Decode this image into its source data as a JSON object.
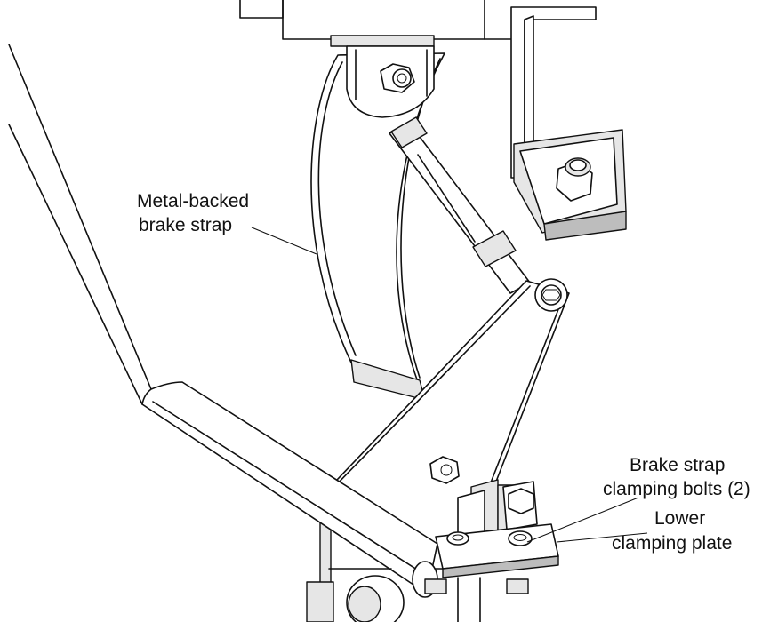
{
  "callouts": {
    "strap": {
      "line1": "Metal-backed",
      "line2": "brake strap"
    },
    "bolts": {
      "line1": "Brake strap",
      "line2": "clamping bolts (2)"
    },
    "plate": {
      "line1": "Lower",
      "line2": "clamping plate"
    }
  }
}
